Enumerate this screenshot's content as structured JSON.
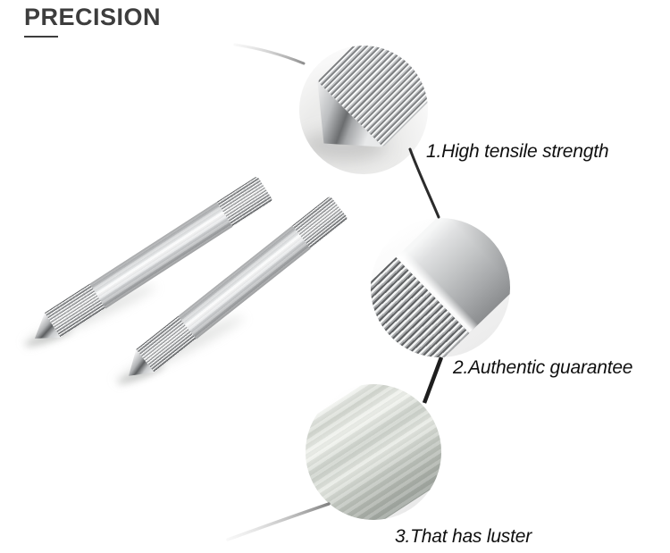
{
  "header": {
    "title": "PRECISION",
    "title_color": "#3d3d3d"
  },
  "features": [
    {
      "number": "1",
      "label": "1.High tensile strength"
    },
    {
      "number": "2",
      "label": "2.Authentic guarantee"
    },
    {
      "number": "3",
      "label": "3.That has luster"
    }
  ],
  "photos": {
    "pins_alt": "two knurled steel dowel pins with pointed cone tips",
    "callout_1_alt": "close-up of knurled pin tip with cone point",
    "callout_2_alt": "close-up of knurl to smooth shaft transition",
    "callout_3_alt": "close-up of polished lustrous shaft"
  },
  "colors": {
    "background": "#ffffff",
    "leader_line_dark": "#2b2b2b",
    "leader_line_fade": "#8f8f8f",
    "metal_light": "#f2f3f4",
    "metal_dark": "#8f9193"
  }
}
